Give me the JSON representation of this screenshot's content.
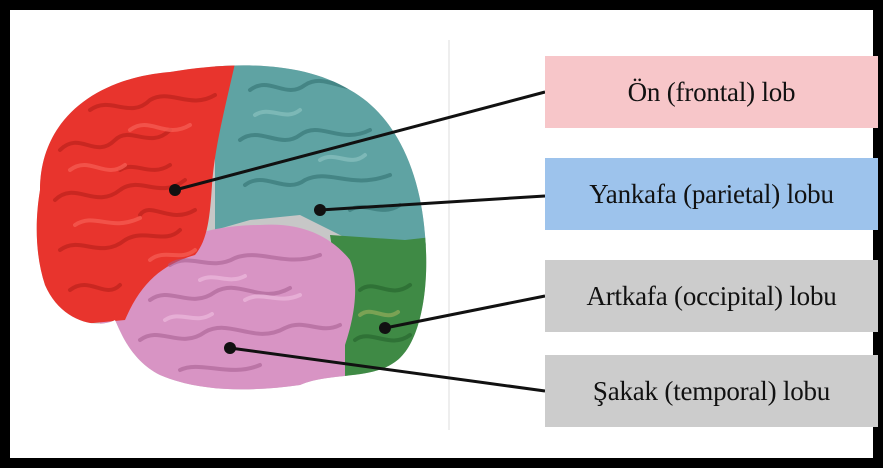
{
  "labels": {
    "frontal": {
      "text": "Ön (frontal) lob",
      "color": "#f7c6c9"
    },
    "parietal": {
      "text": "Yankafa (parietal) lobu",
      "color": "#9dc3ec"
    },
    "occipital": {
      "text": "Artkafa (occipital) lobu",
      "color": "#cccccc"
    },
    "temporal": {
      "text": "Şakak (temporal) lobu",
      "color": "#cccccc"
    }
  },
  "lobe_colors": {
    "frontal": "#e8342d",
    "parietal": "#5fa3a3",
    "occipital": "#3f8a45",
    "temporal": "#d894c4"
  }
}
